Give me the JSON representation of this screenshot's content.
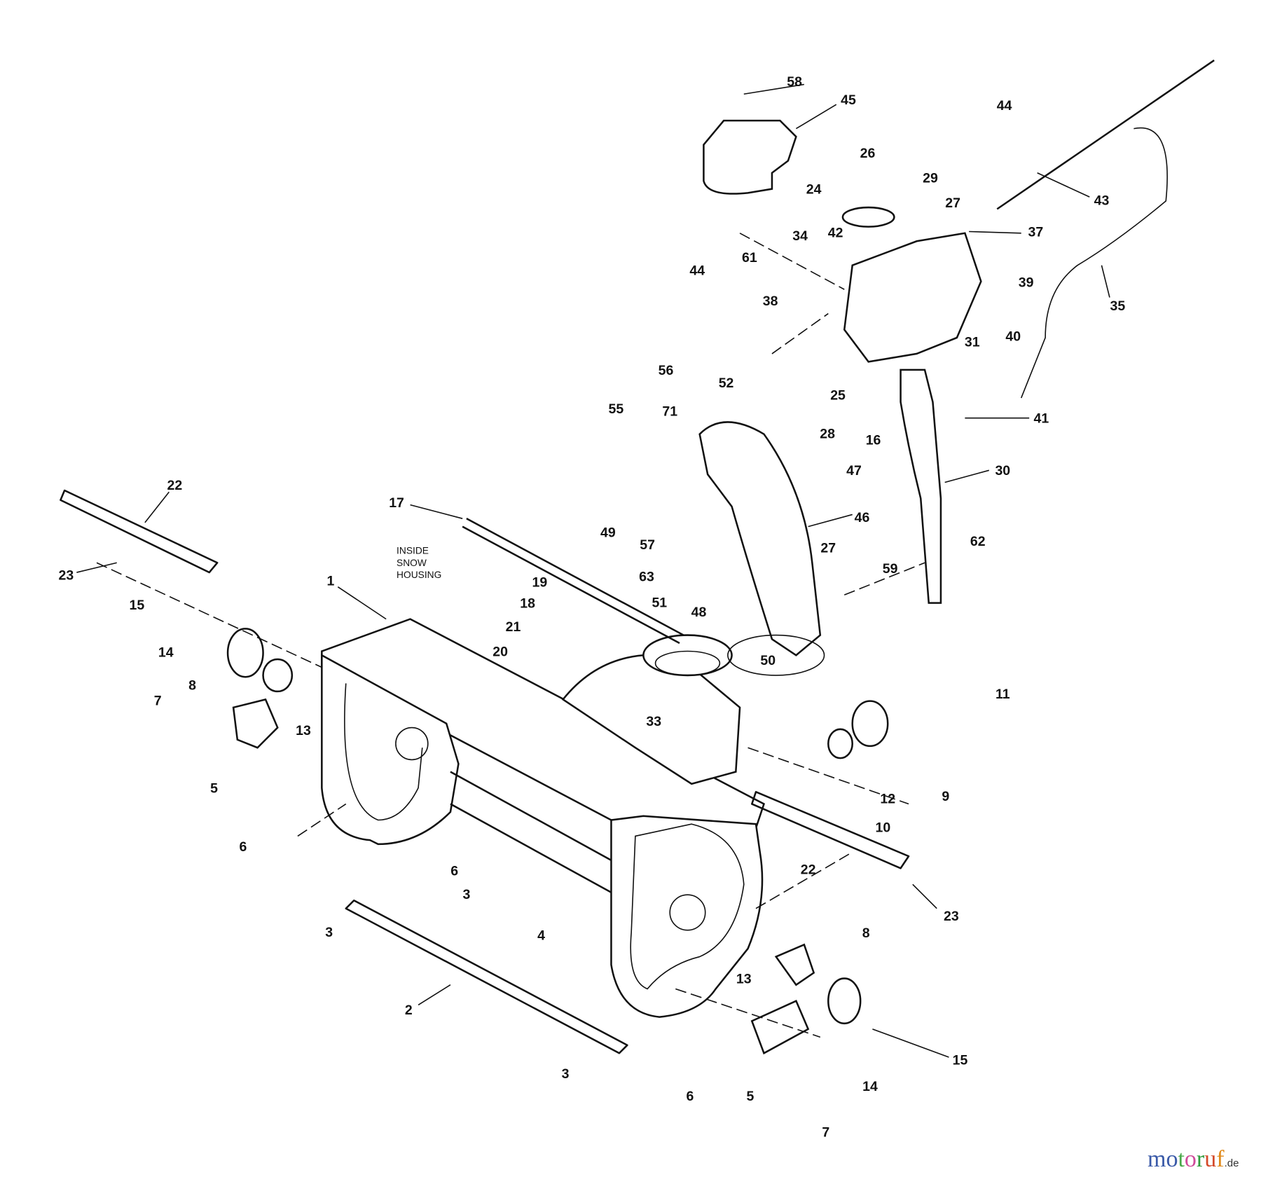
{
  "diagram": {
    "note_lines": [
      "INSIDE",
      "SNOW",
      "HOUSING"
    ],
    "callouts": [
      "58",
      "45",
      "44",
      "26",
      "29",
      "24",
      "27",
      "43",
      "42",
      "37",
      "34",
      "61",
      "44",
      "39",
      "38",
      "35",
      "40",
      "31",
      "25",
      "56",
      "52",
      "28",
      "16",
      "41",
      "55",
      "71",
      "47",
      "30",
      "22",
      "17",
      "46",
      "49",
      "57",
      "62",
      "27",
      "23",
      "1",
      "59",
      "63",
      "19",
      "51",
      "18",
      "48",
      "15",
      "21",
      "14",
      "20",
      "50",
      "8",
      "7",
      "11",
      "13",
      "33",
      "5",
      "12",
      "9",
      "10",
      "6",
      "6",
      "22",
      "3",
      "23",
      "3",
      "4",
      "8",
      "13",
      "2",
      "3",
      "15",
      "6",
      "5",
      "14",
      "7"
    ]
  },
  "watermark": {
    "text": "motoruf",
    "suffix": ".de",
    "colors": [
      "#3a5aa8",
      "#3a5aa8",
      "#4aa84a",
      "#d04a9a",
      "#2e9a3a",
      "#d44a2a",
      "#e08a1a",
      "#e0b81a"
    ]
  }
}
